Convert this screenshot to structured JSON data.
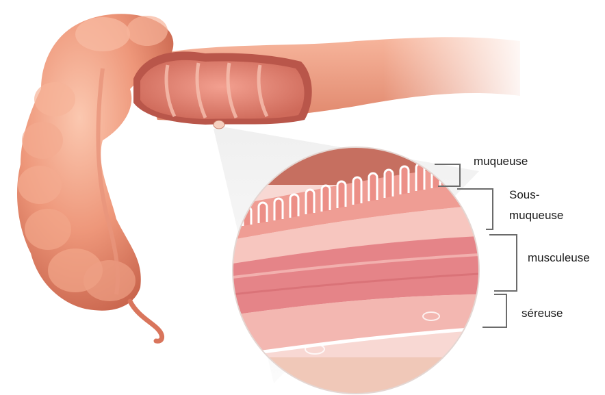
{
  "labels": {
    "muqueuse": "muqueuse",
    "sous_line1": "Sous-",
    "sous_line2": "muqueuse",
    "musculeuse": "musculeuse",
    "sereuse": "séreuse"
  },
  "colors": {
    "colon_light": "#f2a58a",
    "colon_mid": "#e8866a",
    "colon_dark": "#c8624a",
    "mucosa": "#e98f86",
    "muscle": "#e07f82",
    "serosa": "#f5c9c3",
    "bracket": "#6b6b6b"
  }
}
